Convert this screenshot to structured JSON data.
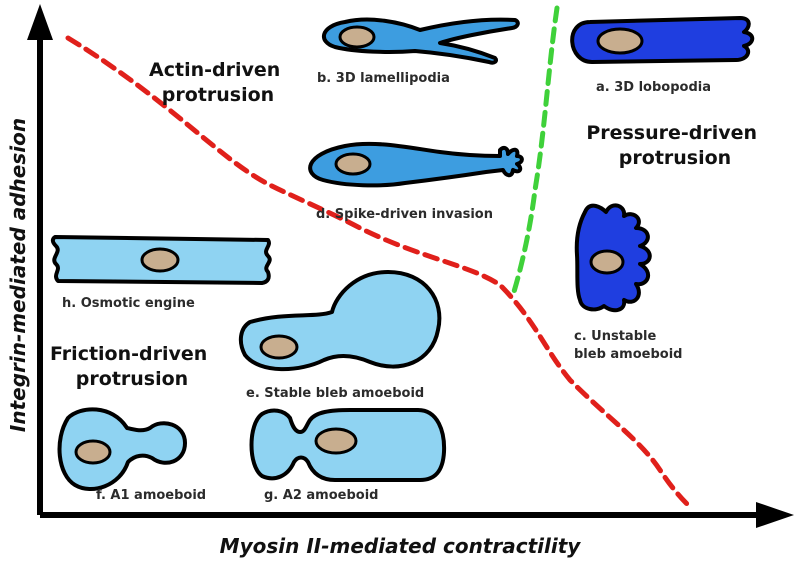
{
  "axes": {
    "y_label": "Integrin-mediated adhesion",
    "x_label": "Myosin II-mediated contractility"
  },
  "regions": {
    "actin": [
      "Actin-driven",
      "protrusion"
    ],
    "pressure": [
      "Pressure-driven",
      "protrusion"
    ],
    "friction": [
      "Friction-driven",
      "protrusion"
    ]
  },
  "cells": {
    "a": "a. 3D lobopodia",
    "b": "b. 3D lamellipodia",
    "c": [
      "c. Unstable",
      "bleb amoeboid"
    ],
    "d": "d. Spike-driven invasion",
    "e": "e. Stable bleb amoeboid",
    "f": "f. A1 amoeboid",
    "g": "g. A2 amoeboid",
    "h": "h. Osmotic engine"
  },
  "colors": {
    "boundary_red": "#e0201b",
    "boundary_green": "#3fd13a",
    "light_blue": "#8fd3f2",
    "mid_blue": "#3d9de0",
    "dark_blue": "#1f3ee0",
    "nucleus": "#c8ae8f"
  }
}
